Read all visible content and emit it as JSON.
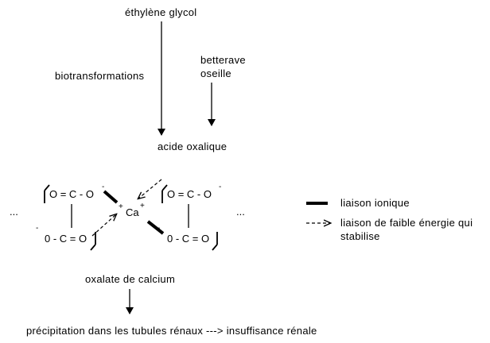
{
  "title": "éthylène glycol",
  "biotransformations": "biotransformations",
  "source_line1": "betterave",
  "source_line2": "oseille",
  "acid": "acide oxalique",
  "molecule": {
    "dots": "...",
    "oxalate_top_left": "O = C - O",
    "oxalate_bottom_left": "0 - C = O",
    "oxalate_top_right": "O = C - O",
    "oxalate_bottom_right": "0 - C = O",
    "minus": "-",
    "plus": "+",
    "calcium": "Ca"
  },
  "legend": {
    "ionic": "liaison ionique",
    "weak_line1": "liaison de faible énergie qui",
    "weak_line2": "stabilise"
  },
  "salt": "oxalate de calcium",
  "outcome": "précipitation dans les tubules rénaux ---> insuffisance rénale"
}
